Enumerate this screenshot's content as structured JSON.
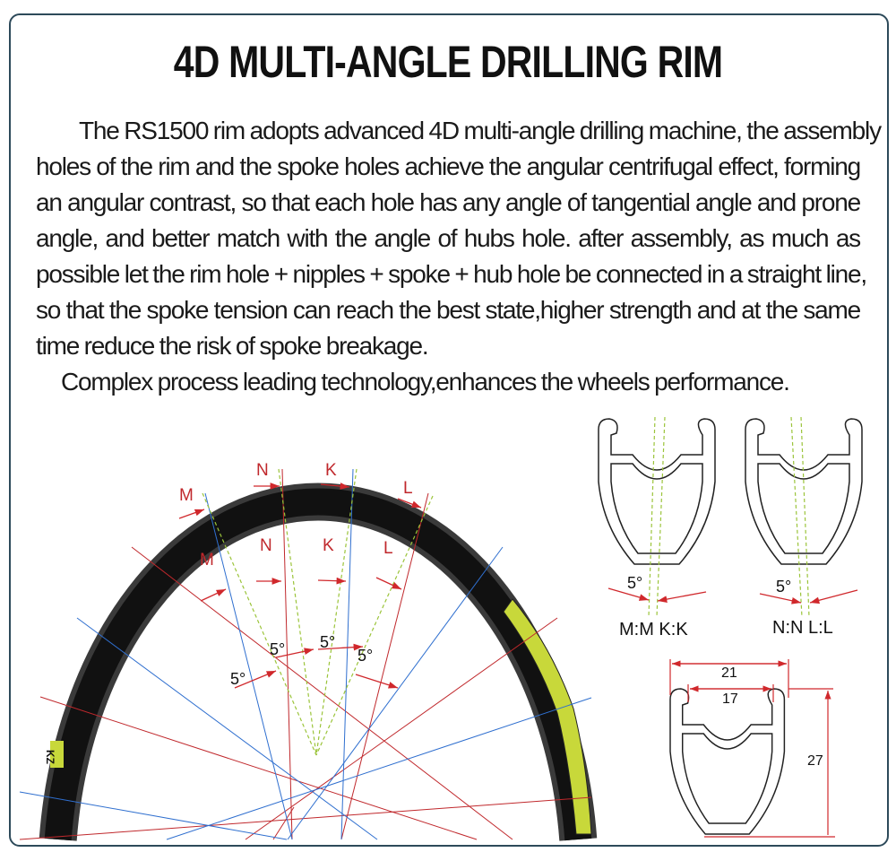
{
  "title": "4D MULTI-ANGLE DRILLING RIM",
  "paragraph": [
    "The RS1500 rim adopts advanced 4D multi-angle drilling machine, the assembly",
    "holes of the rim and the spoke holes achieve the angular centrifugal effect, forming",
    "an angular contrast, so that each hole has any angle of tangential angle and prone",
    "angle, and better match with the angle of hubs  hole. after assembly, as much as",
    "possible let the rim hole + nipples + spoke + hub hole be connected in a straight line,",
    "so that the spoke tension can reach the best state,higher strength and at the same",
    "time reduce the risk of spoke breakage."
  ],
  "tagline": "Complex process leading technology,enhances the wheels performance.",
  "wheel": {
    "outer_labels": [
      "M",
      "N",
      "K",
      "L"
    ],
    "inner_labels": [
      "M",
      "N",
      "K",
      "L"
    ],
    "angles": [
      "5°",
      "5°",
      "5°",
      "5°"
    ],
    "decal_left": "KZ"
  },
  "sections": [
    {
      "angle": "5°",
      "caption": "M:M K:K"
    },
    {
      "angle": "5°",
      "caption": "N:N L:L"
    }
  ],
  "dimensions": {
    "outer_width": "21",
    "inner_width": "17",
    "height": "27"
  },
  "colors": {
    "red": "#d0282c",
    "blue": "#2f6fcf",
    "green": "#9bc43a",
    "rim": "#151515",
    "decal": "#c8d83a",
    "frame": "#2d4a5a"
  }
}
